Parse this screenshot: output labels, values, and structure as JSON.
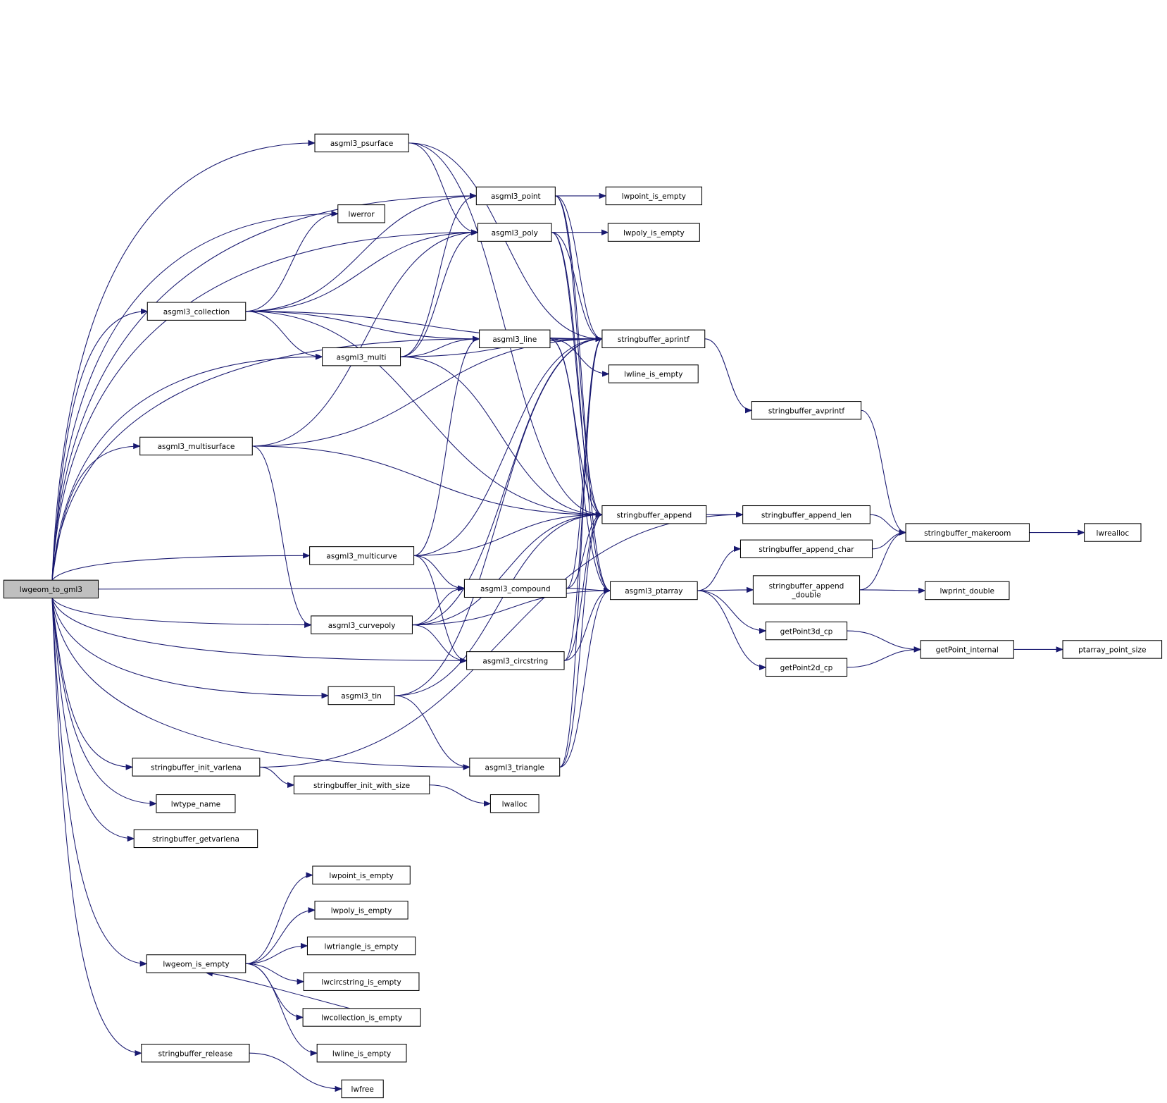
{
  "title": "lwgeom_to_gml3 call graph",
  "colors": {
    "edge": "#191970",
    "root_fill": "#bfbfbf",
    "node_fill": "#ffffff",
    "border": "#000000"
  },
  "nodes": [
    {
      "id": "lwgeom_to_gml3",
      "label": "lwgeom_to_gml3",
      "root": true
    },
    {
      "id": "asgml3_psurface",
      "label": "asgml3_psurface"
    },
    {
      "id": "lwerror",
      "label": "lwerror"
    },
    {
      "id": "asgml3_collection",
      "label": "asgml3_collection"
    },
    {
      "id": "asgml3_multi",
      "label": "asgml3_multi"
    },
    {
      "id": "asgml3_multisurface",
      "label": "asgml3_multisurface"
    },
    {
      "id": "asgml3_multicurve",
      "label": "asgml3_multicurve"
    },
    {
      "id": "asgml3_curvepoly",
      "label": "asgml3_curvepoly"
    },
    {
      "id": "asgml3_tin",
      "label": "asgml3_tin"
    },
    {
      "id": "stringbuffer_init_varlena",
      "label": "stringbuffer_init_varlena"
    },
    {
      "id": "lwtype_name",
      "label": "lwtype_name"
    },
    {
      "id": "stringbuffer_getvarlena",
      "label": "stringbuffer_getvarlena"
    },
    {
      "id": "lwpoint_is_empty_2",
      "label": "lwpoint_is_empty"
    },
    {
      "id": "lwpoly_is_empty_2",
      "label": "lwpoly_is_empty"
    },
    {
      "id": "lwtriangle_is_empty",
      "label": "lwtriangle_is_empty"
    },
    {
      "id": "lwgeom_is_empty",
      "label": "lwgeom_is_empty"
    },
    {
      "id": "lwcircstring_is_empty",
      "label": "lwcircstring_is_empty"
    },
    {
      "id": "lwcollection_is_empty",
      "label": "lwcollection_is_empty"
    },
    {
      "id": "lwline_is_empty_2",
      "label": "lwline_is_empty"
    },
    {
      "id": "stringbuffer_release",
      "label": "stringbuffer_release"
    },
    {
      "id": "lwfree",
      "label": "lwfree"
    },
    {
      "id": "stringbuffer_init_with_size",
      "label": "stringbuffer_init_with_size"
    },
    {
      "id": "lwalloc",
      "label": "lwalloc"
    },
    {
      "id": "asgml3_point",
      "label": "asgml3_point"
    },
    {
      "id": "asgml3_poly",
      "label": "asgml3_poly"
    },
    {
      "id": "asgml3_line",
      "label": "asgml3_line"
    },
    {
      "id": "asgml3_compound",
      "label": "asgml3_compound"
    },
    {
      "id": "asgml3_circstring",
      "label": "asgml3_circstring"
    },
    {
      "id": "asgml3_triangle",
      "label": "asgml3_triangle"
    },
    {
      "id": "lwpoint_is_empty",
      "label": "lwpoint_is_empty"
    },
    {
      "id": "lwpoly_is_empty",
      "label": "lwpoly_is_empty"
    },
    {
      "id": "stringbuffer_aprintf",
      "label": "stringbuffer_aprintf"
    },
    {
      "id": "lwline_is_empty",
      "label": "lwline_is_empty"
    },
    {
      "id": "stringbuffer_append",
      "label": "stringbuffer_append"
    },
    {
      "id": "asgml3_ptarray",
      "label": "asgml3_ptarray"
    },
    {
      "id": "stringbuffer_avprintf",
      "label": "stringbuffer_avprintf"
    },
    {
      "id": "stringbuffer_append_len",
      "label": "stringbuffer_append_len"
    },
    {
      "id": "stringbuffer_append_char",
      "label": "stringbuffer_append_char"
    },
    {
      "id": "stringbuffer_append_double",
      "label": "stringbuffer_append\n_double"
    },
    {
      "id": "getPoint3d_cp",
      "label": "getPoint3d_cp"
    },
    {
      "id": "getPoint2d_cp",
      "label": "getPoint2d_cp"
    },
    {
      "id": "stringbuffer_makeroom",
      "label": "stringbuffer_makeroom"
    },
    {
      "id": "lwrealloc",
      "label": "lwrealloc"
    },
    {
      "id": "lwprint_double",
      "label": "lwprint_double"
    },
    {
      "id": "getPoint_internal",
      "label": "getPoint_internal"
    },
    {
      "id": "ptarray_point_size",
      "label": "ptarray_point_size"
    }
  ],
  "edges": [
    [
      "lwgeom_to_gml3",
      "asgml3_psurface"
    ],
    [
      "lwgeom_to_gml3",
      "lwerror"
    ],
    [
      "lwgeom_to_gml3",
      "asgml3_collection"
    ],
    [
      "lwgeom_to_gml3",
      "asgml3_multi"
    ],
    [
      "lwgeom_to_gml3",
      "asgml3_multisurface"
    ],
    [
      "lwgeom_to_gml3",
      "asgml3_multicurve"
    ],
    [
      "lwgeom_to_gml3",
      "asgml3_curvepoly"
    ],
    [
      "lwgeom_to_gml3",
      "asgml3_tin"
    ],
    [
      "lwgeom_to_gml3",
      "stringbuffer_init_varlena"
    ],
    [
      "lwgeom_to_gml3",
      "lwtype_name"
    ],
    [
      "lwgeom_to_gml3",
      "stringbuffer_getvarlena"
    ],
    [
      "lwgeom_to_gml3",
      "lwgeom_is_empty"
    ],
    [
      "lwgeom_to_gml3",
      "stringbuffer_release"
    ],
    [
      "lwgeom_to_gml3",
      "asgml3_point"
    ],
    [
      "lwgeom_to_gml3",
      "asgml3_poly"
    ],
    [
      "lwgeom_to_gml3",
      "asgml3_line"
    ],
    [
      "lwgeom_to_gml3",
      "asgml3_compound"
    ],
    [
      "lwgeom_to_gml3",
      "asgml3_circstring"
    ],
    [
      "lwgeom_to_gml3",
      "asgml3_triangle"
    ],
    [
      "asgml3_psurface",
      "asgml3_poly"
    ],
    [
      "asgml3_psurface",
      "stringbuffer_aprintf"
    ],
    [
      "asgml3_psurface",
      "stringbuffer_append"
    ],
    [
      "asgml3_collection",
      "lwerror"
    ],
    [
      "asgml3_collection",
      "asgml3_point"
    ],
    [
      "asgml3_collection",
      "asgml3_poly"
    ],
    [
      "asgml3_collection",
      "asgml3_multi"
    ],
    [
      "asgml3_collection",
      "asgml3_line"
    ],
    [
      "asgml3_collection",
      "stringbuffer_append"
    ],
    [
      "asgml3_collection",
      "stringbuffer_aprintf"
    ],
    [
      "asgml3_multi",
      "asgml3_point"
    ],
    [
      "asgml3_multi",
      "asgml3_poly"
    ],
    [
      "asgml3_multi",
      "asgml3_line"
    ],
    [
      "asgml3_multi",
      "stringbuffer_aprintf"
    ],
    [
      "asgml3_multi",
      "stringbuffer_append"
    ],
    [
      "asgml3_multisurface",
      "stringbuffer_aprintf"
    ],
    [
      "asgml3_multisurface",
      "asgml3_poly"
    ],
    [
      "asgml3_multisurface",
      "asgml3_curvepoly"
    ],
    [
      "asgml3_multisurface",
      "stringbuffer_append"
    ],
    [
      "asgml3_multicurve",
      "asgml3_line"
    ],
    [
      "asgml3_multicurve",
      "stringbuffer_append"
    ],
    [
      "asgml3_multicurve",
      "asgml3_compound"
    ],
    [
      "asgml3_multicurve",
      "asgml3_circstring"
    ],
    [
      "asgml3_multicurve",
      "stringbuffer_aprintf"
    ],
    [
      "asgml3_curvepoly",
      "asgml3_compound"
    ],
    [
      "asgml3_curvepoly",
      "asgml3_circstring"
    ],
    [
      "asgml3_curvepoly",
      "stringbuffer_aprintf"
    ],
    [
      "asgml3_curvepoly",
      "stringbuffer_append"
    ],
    [
      "asgml3_curvepoly",
      "asgml3_ptarray"
    ],
    [
      "asgml3_tin",
      "stringbuffer_aprintf"
    ],
    [
      "asgml3_tin",
      "asgml3_triangle"
    ],
    [
      "asgml3_tin",
      "stringbuffer_append"
    ],
    [
      "stringbuffer_init_varlena",
      "stringbuffer_init_with_size"
    ],
    [
      "stringbuffer_init_varlena",
      "stringbuffer_append_len"
    ],
    [
      "stringbuffer_init_with_size",
      "lwalloc"
    ],
    [
      "lwgeom_is_empty",
      "lwpoint_is_empty_2"
    ],
    [
      "lwgeom_is_empty",
      "lwpoly_is_empty_2"
    ],
    [
      "lwgeom_is_empty",
      "lwtriangle_is_empty"
    ],
    [
      "lwgeom_is_empty",
      "lwcircstring_is_empty"
    ],
    [
      "lwgeom_is_empty",
      "lwcollection_is_empty"
    ],
    [
      "lwgeom_is_empty",
      "lwline_is_empty_2"
    ],
    [
      "lwcollection_is_empty",
      "lwgeom_is_empty"
    ],
    [
      "stringbuffer_release",
      "lwfree"
    ],
    [
      "asgml3_point",
      "lwpoint_is_empty"
    ],
    [
      "asgml3_point",
      "stringbuffer_aprintf"
    ],
    [
      "asgml3_point",
      "stringbuffer_append"
    ],
    [
      "asgml3_point",
      "asgml3_ptarray"
    ],
    [
      "asgml3_poly",
      "lwpoly_is_empty"
    ],
    [
      "asgml3_poly",
      "stringbuffer_aprintf"
    ],
    [
      "asgml3_poly",
      "stringbuffer_append"
    ],
    [
      "asgml3_poly",
      "asgml3_ptarray"
    ],
    [
      "asgml3_line",
      "stringbuffer_aprintf"
    ],
    [
      "asgml3_line",
      "lwline_is_empty"
    ],
    [
      "asgml3_line",
      "stringbuffer_append"
    ],
    [
      "asgml3_line",
      "asgml3_ptarray"
    ],
    [
      "asgml3_compound",
      "stringbuffer_aprintf"
    ],
    [
      "asgml3_compound",
      "stringbuffer_append"
    ],
    [
      "asgml3_compound",
      "asgml3_ptarray"
    ],
    [
      "asgml3_circstring",
      "stringbuffer_aprintf"
    ],
    [
      "asgml3_circstring",
      "stringbuffer_append"
    ],
    [
      "asgml3_circstring",
      "asgml3_ptarray"
    ],
    [
      "asgml3_triangle",
      "stringbuffer_aprintf"
    ],
    [
      "asgml3_triangle",
      "stringbuffer_append"
    ],
    [
      "asgml3_triangle",
      "asgml3_ptarray"
    ],
    [
      "stringbuffer_aprintf",
      "stringbuffer_avprintf"
    ],
    [
      "stringbuffer_avprintf",
      "stringbuffer_makeroom"
    ],
    [
      "stringbuffer_append",
      "stringbuffer_append_len"
    ],
    [
      "stringbuffer_append_len",
      "stringbuffer_makeroom"
    ],
    [
      "asgml3_ptarray",
      "stringbuffer_append_char"
    ],
    [
      "asgml3_ptarray",
      "stringbuffer_append_double"
    ],
    [
      "asgml3_ptarray",
      "getPoint3d_cp"
    ],
    [
      "asgml3_ptarray",
      "getPoint2d_cp"
    ],
    [
      "stringbuffer_append_char",
      "stringbuffer_makeroom"
    ],
    [
      "stringbuffer_append_double",
      "stringbuffer_makeroom"
    ],
    [
      "stringbuffer_append_double",
      "lwprint_double"
    ],
    [
      "getPoint3d_cp",
      "getPoint_internal"
    ],
    [
      "getPoint2d_cp",
      "getPoint_internal"
    ],
    [
      "getPoint_internal",
      "ptarray_point_size"
    ],
    [
      "stringbuffer_makeroom",
      "lwrealloc"
    ]
  ]
}
